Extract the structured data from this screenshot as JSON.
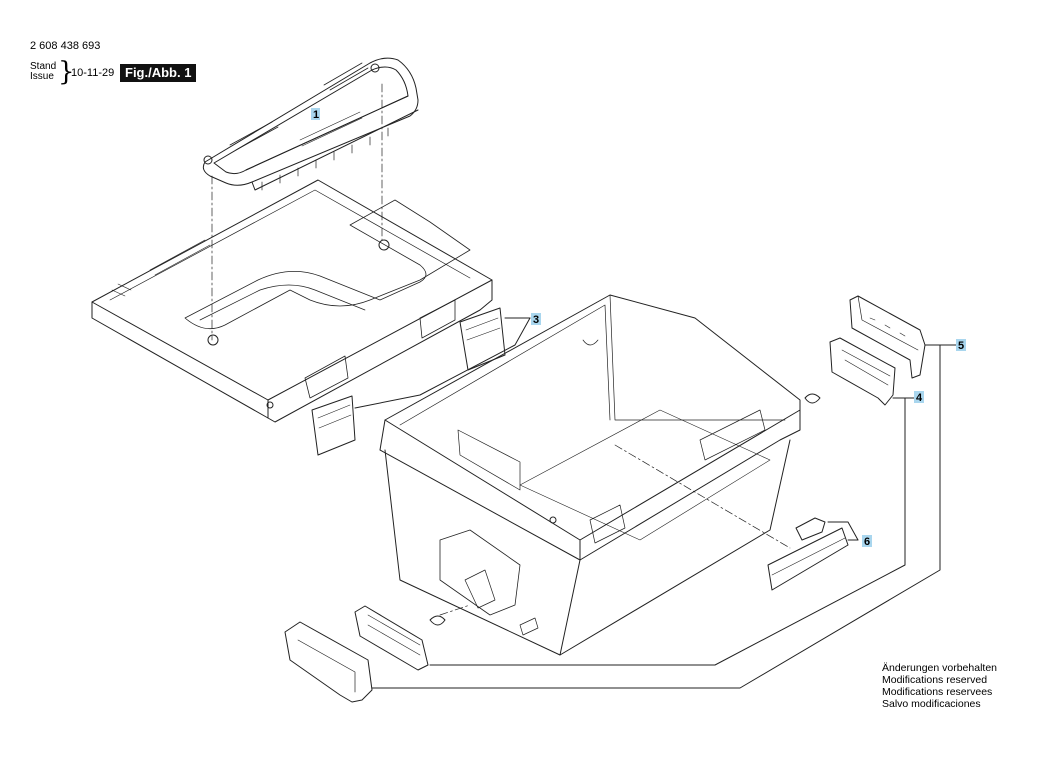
{
  "header": {
    "part_number": "2 608 438 693",
    "stand": "Stand",
    "issue": "Issue",
    "brace": "}",
    "date": "10-11-29",
    "figure": "Fig./Abb. 1"
  },
  "callouts": {
    "c1": "1",
    "c3": "3",
    "c4": "4",
    "c5": "5",
    "c6": "6"
  },
  "colors": {
    "callout_bg": "#a9d6ee",
    "line": "#222222",
    "label_bg": "#111111"
  },
  "notes": [
    "Änderungen vorbehalten",
    "Modifications reserved",
    "Modifications reservees",
    "Salvo modificaciones"
  ]
}
